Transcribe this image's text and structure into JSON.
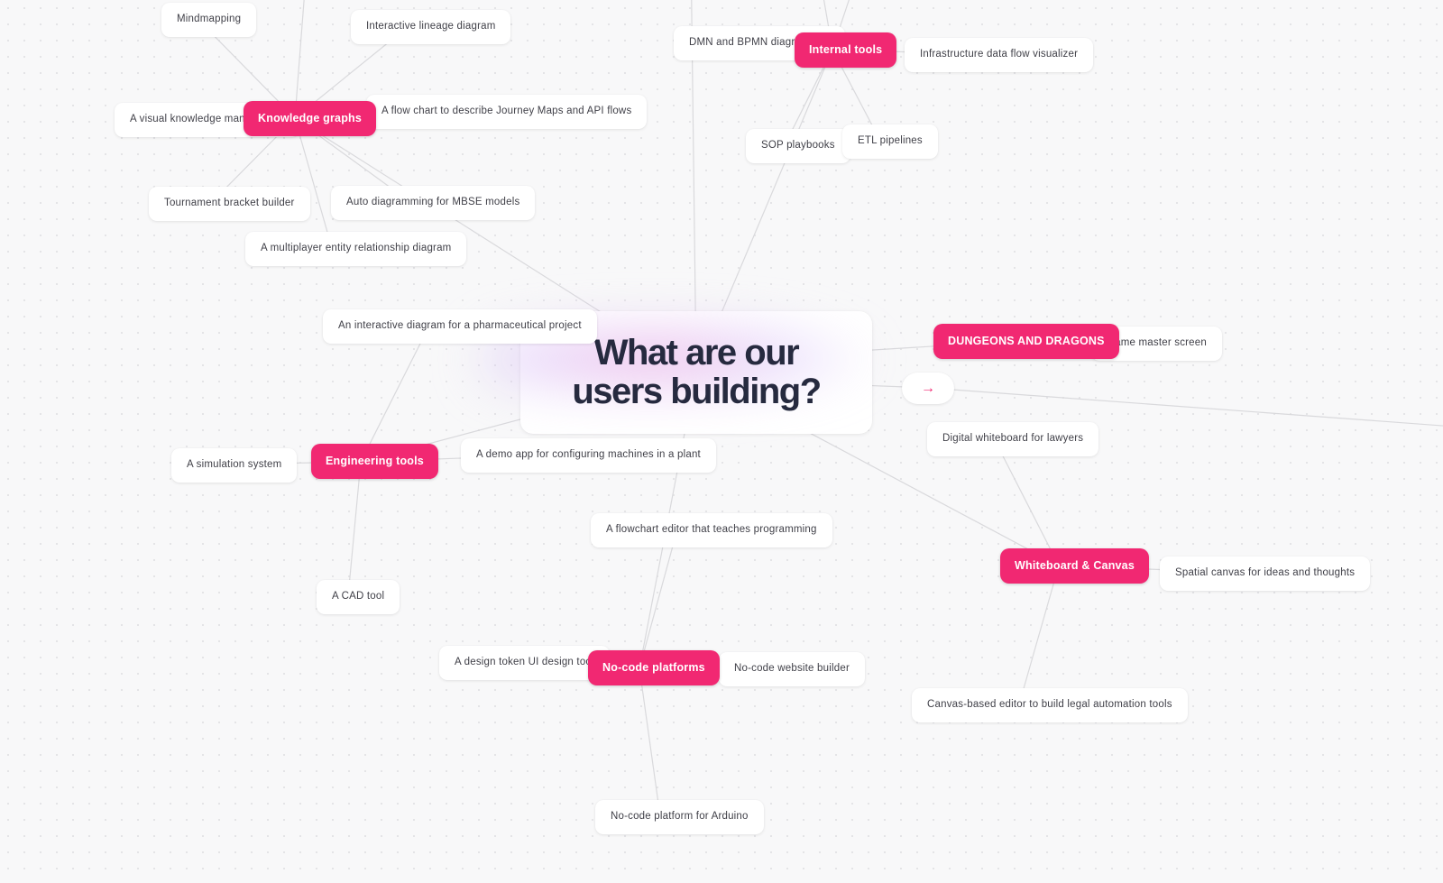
{
  "center": {
    "title_line1": "What are our",
    "title_line2": "users building?"
  },
  "categories": {
    "knowledge_graphs": {
      "label": "Knowledge graphs"
    },
    "internal_tools": {
      "label": "Internal tools"
    },
    "dungeons_dragons": {
      "label": "DUNGEONS AND DRAGONS"
    },
    "engineering_tools": {
      "label": "Engineering tools"
    },
    "whiteboard_canvas": {
      "label": "Whiteboard & Canvas"
    },
    "no_code_platforms": {
      "label": "No-code platforms"
    }
  },
  "leaves": {
    "mindmapping": "Mindmapping",
    "interactive_lineage": "Interactive lineage diagram",
    "visual_knowledge": "A visual knowledge managemen",
    "flow_chart_journey": "A flow chart to describe Journey Maps and API flows",
    "tournament_bracket": "Tournament bracket builder",
    "auto_diagramming_mbse": "Auto diagramming for MBSE models",
    "multiplayer_erd": "A multiplayer entity relationship diagram",
    "pharma_diagram": "An interactive diagram for a pharmaceutical project",
    "dmn_bpmn": "DMN and BPMN diagram edit",
    "infra_flow_visualizer": "Infrastructure data flow visualizer",
    "sop_playbooks": "SOP playbooks",
    "etl_pipelines": "ETL pipelines",
    "game_master_screen": "Game master screen",
    "digital_whiteboard_lawyers": "Digital whiteboard for lawyers",
    "simulation_system": "A simulation system",
    "demo_app_machines": "A demo app for configuring machines in a plant",
    "flowchart_teaches_programming": "A flowchart editor that teaches programming",
    "cad_tool": "A CAD tool",
    "spatial_canvas": "Spatial canvas for ideas and thoughts",
    "canvas_legal_automation": "Canvas-based editor to build legal automation tools",
    "design_token_tool": "A design token UI design tool",
    "no_code_website_builder": "No-code website builder",
    "no_code_arduino": "No-code platform for Arduino"
  },
  "icons": {
    "arrow_right": "→"
  },
  "colors": {
    "category_pink": "#F12872",
    "title_navy": "#262A3F",
    "edge_gray": "#D9D9DC",
    "canvas_bg": "#F8F8F9",
    "glow_pink": "#F5B4E2",
    "glow_lavender": "#D5BEF8"
  }
}
